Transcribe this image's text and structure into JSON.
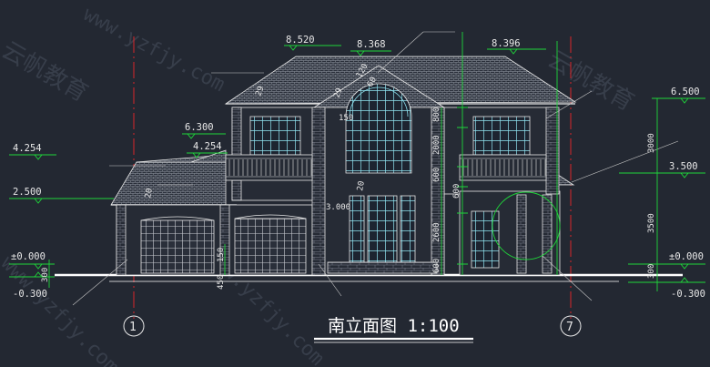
{
  "drawing": {
    "title": "南立面图 1:100",
    "axis_left": "1",
    "axis_right": "7"
  },
  "levels_left": [
    {
      "label": "8.520"
    },
    {
      "label": "6.300"
    },
    {
      "label": "4.254"
    },
    {
      "label": "4.254"
    },
    {
      "label": "2.500"
    },
    {
      "label": "±0.000"
    },
    {
      "label": "-0.300"
    }
  ],
  "levels_right": [
    {
      "label": "8.396"
    },
    {
      "label": "6.500"
    },
    {
      "label": "3.500"
    },
    {
      "label": "±0.000"
    },
    {
      "label": "-0.300"
    }
  ],
  "level_top_mid": "8.368",
  "dimensions_vertical_mid": [
    "800",
    "2000",
    "600",
    "600",
    "2600",
    "600"
  ],
  "dimensions_vertical_right": [
    "3000",
    "3500",
    "300"
  ],
  "dimensions_left_small": [
    "300",
    "450",
    "150"
  ],
  "roof_slopes": [
    "29",
    "29",
    "120",
    "60",
    "20",
    "20"
  ],
  "small_labels": {
    "window_top": "150",
    "door_level": "3.000"
  },
  "watermark": {
    "url": "www.yzfjy.com",
    "brand": "云帆教育",
    "url2": "http://www.yzfjy.com"
  },
  "colors": {
    "background": "#232832",
    "lines": "#ffffff",
    "levels": "#1fd63a",
    "axis": "#d8262a",
    "leaders": "#c8c8c8"
  }
}
